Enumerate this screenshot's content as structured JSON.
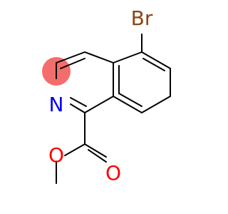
{
  "molecule": {
    "atoms": {
      "bromine": "Br",
      "nitrogen": "N",
      "ring_oxygen_ester": "O",
      "carbonyl_oxygen": "O"
    },
    "colors": {
      "bond": "#000000",
      "bromine": "#8b4513",
      "nitrogen": "#0000ff",
      "oxygen": "#ff0000",
      "highlight": "#f46d6d"
    }
  }
}
